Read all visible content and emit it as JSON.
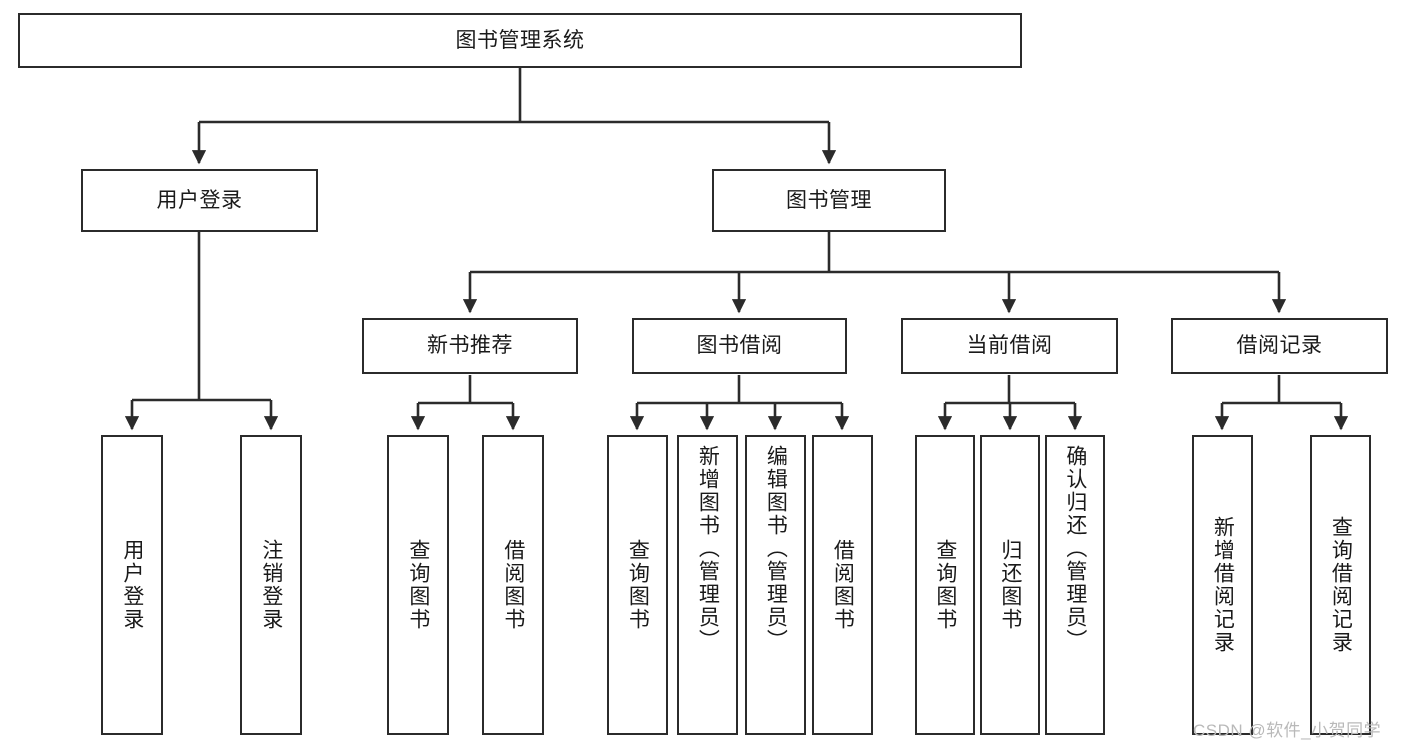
{
  "diagram": {
    "type": "tree",
    "title": "图书管理系统",
    "orientation": "top-down",
    "edge_color": "#2b2b2b",
    "box_border_color": "#2b2b2b",
    "box_fill_color": "#ffffff",
    "text_color": "#1a1a1a"
  },
  "nodes": {
    "root": {
      "label": "图书管理系统",
      "level": 1
    },
    "l2": [
      {
        "id": "user_login",
        "label": "用户登录",
        "level": 2
      },
      {
        "id": "book_manage",
        "label": "图书管理",
        "level": 2
      }
    ],
    "l3": [
      {
        "id": "new_book_rec",
        "label": "新书推荐",
        "level": 3,
        "parent": "book_manage"
      },
      {
        "id": "book_borrow",
        "label": "图书借阅",
        "level": 3,
        "parent": "book_manage"
      },
      {
        "id": "current_borrow",
        "label": "当前借阅",
        "level": 3,
        "parent": "book_manage"
      },
      {
        "id": "borrow_record",
        "label": "借阅记录",
        "level": 3,
        "parent": "book_manage"
      }
    ],
    "leaves": [
      {
        "id": "leaf_user_login",
        "label": "用户登录",
        "parent": "user_login"
      },
      {
        "id": "leaf_user_logout",
        "label": "注销登录",
        "parent": "user_login"
      },
      {
        "id": "leaf_query_book_1",
        "label": "查询图书",
        "parent": "new_book_rec"
      },
      {
        "id": "leaf_borrow_book_1",
        "label": "借阅图书",
        "parent": "new_book_rec"
      },
      {
        "id": "leaf_query_book_2",
        "label": "查询图书",
        "parent": "book_borrow"
      },
      {
        "id": "leaf_add_book",
        "label": "新增图书（管理员）",
        "parent": "book_borrow"
      },
      {
        "id": "leaf_edit_book",
        "label": "编辑图书（管理员）",
        "parent": "book_borrow"
      },
      {
        "id": "leaf_borrow_book_2",
        "label": "借阅图书",
        "parent": "book_borrow"
      },
      {
        "id": "leaf_query_book_3",
        "label": "查询图书",
        "parent": "current_borrow"
      },
      {
        "id": "leaf_return_book",
        "label": "归还图书",
        "parent": "current_borrow"
      },
      {
        "id": "leaf_confirm_return",
        "label": "确认归还（管理员）",
        "parent": "current_borrow"
      },
      {
        "id": "leaf_add_record",
        "label": "新增借阅记录",
        "parent": "borrow_record"
      },
      {
        "id": "leaf_query_record",
        "label": "查询借阅记录",
        "parent": "borrow_record"
      }
    ]
  },
  "watermark": {
    "text": "CSDN @软件_小贺同学"
  }
}
